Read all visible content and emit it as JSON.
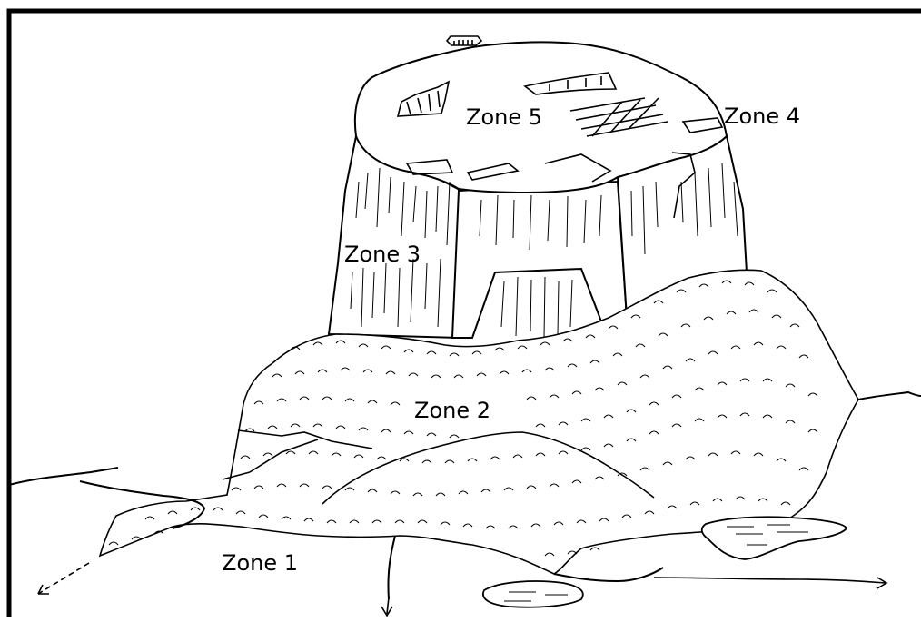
{
  "diagram": {
    "colors": {
      "ink": "#000000",
      "paper": "#ffffff"
    },
    "zones": {
      "zone1": "Zone 1",
      "zone2": "Zone 2",
      "zone3": "Zone 3",
      "zone4": "Zone 4",
      "zone5": "Zone 5"
    }
  }
}
